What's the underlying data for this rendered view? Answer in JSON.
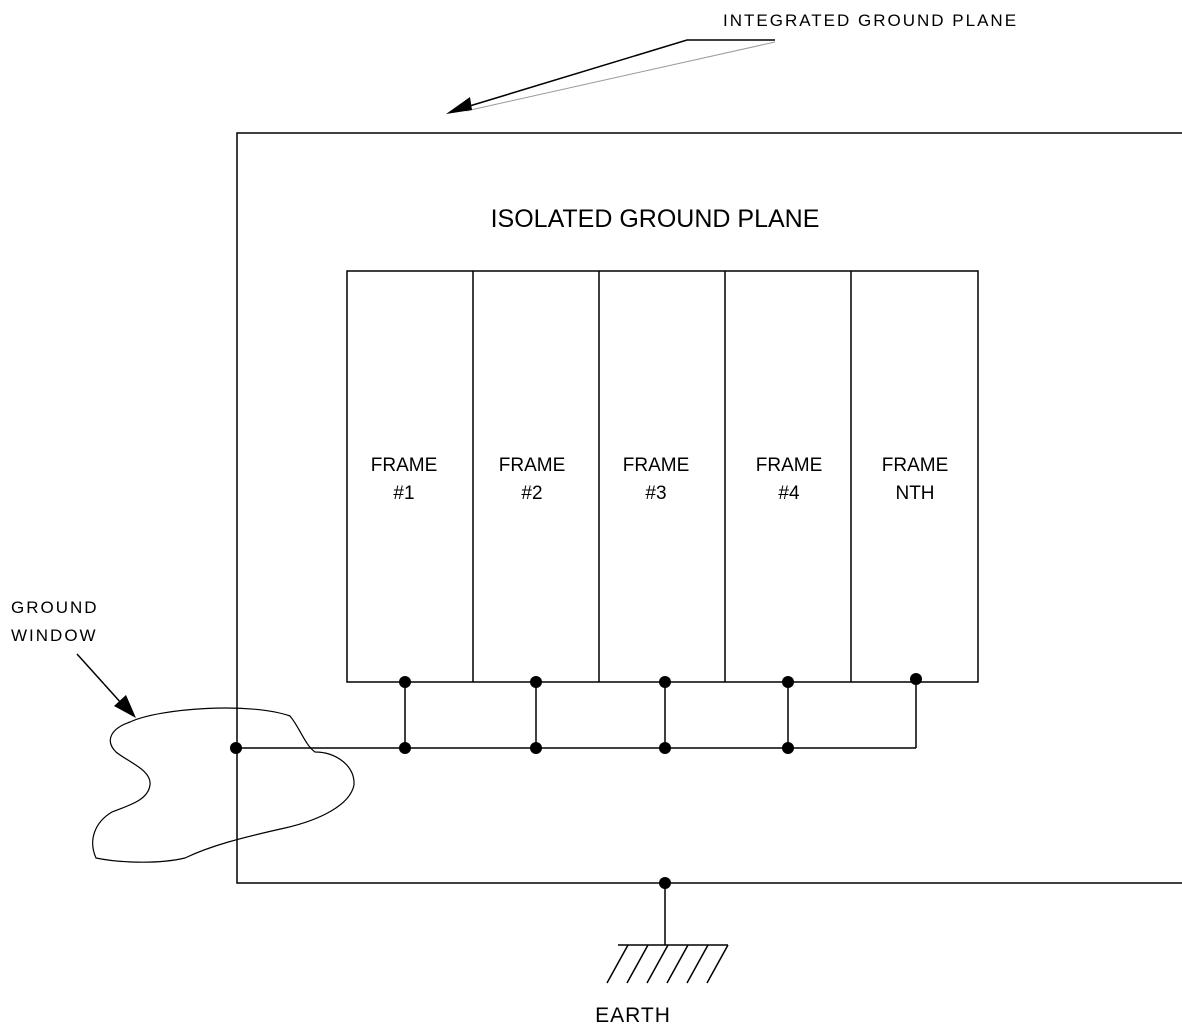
{
  "labels": {
    "integrated_ground_plane": "INTEGRATED GROUND PLANE",
    "isolated_ground_plane": "ISOLATED GROUND PLANE",
    "ground_window_line1": "GROUND",
    "ground_window_line2": "WINDOW",
    "earth": "EARTH"
  },
  "frames": [
    {
      "line1": "FRAME",
      "line2": "#1"
    },
    {
      "line1": "FRAME",
      "line2": "#2"
    },
    {
      "line1": "FRAME",
      "line2": "#3"
    },
    {
      "line1": "FRAME",
      "line2": "#4"
    },
    {
      "line1": "FRAME",
      "line2": "NTH"
    }
  ],
  "colors": {
    "line": "#000000",
    "background": "#ffffff",
    "arrow_shadow": "#999999"
  }
}
